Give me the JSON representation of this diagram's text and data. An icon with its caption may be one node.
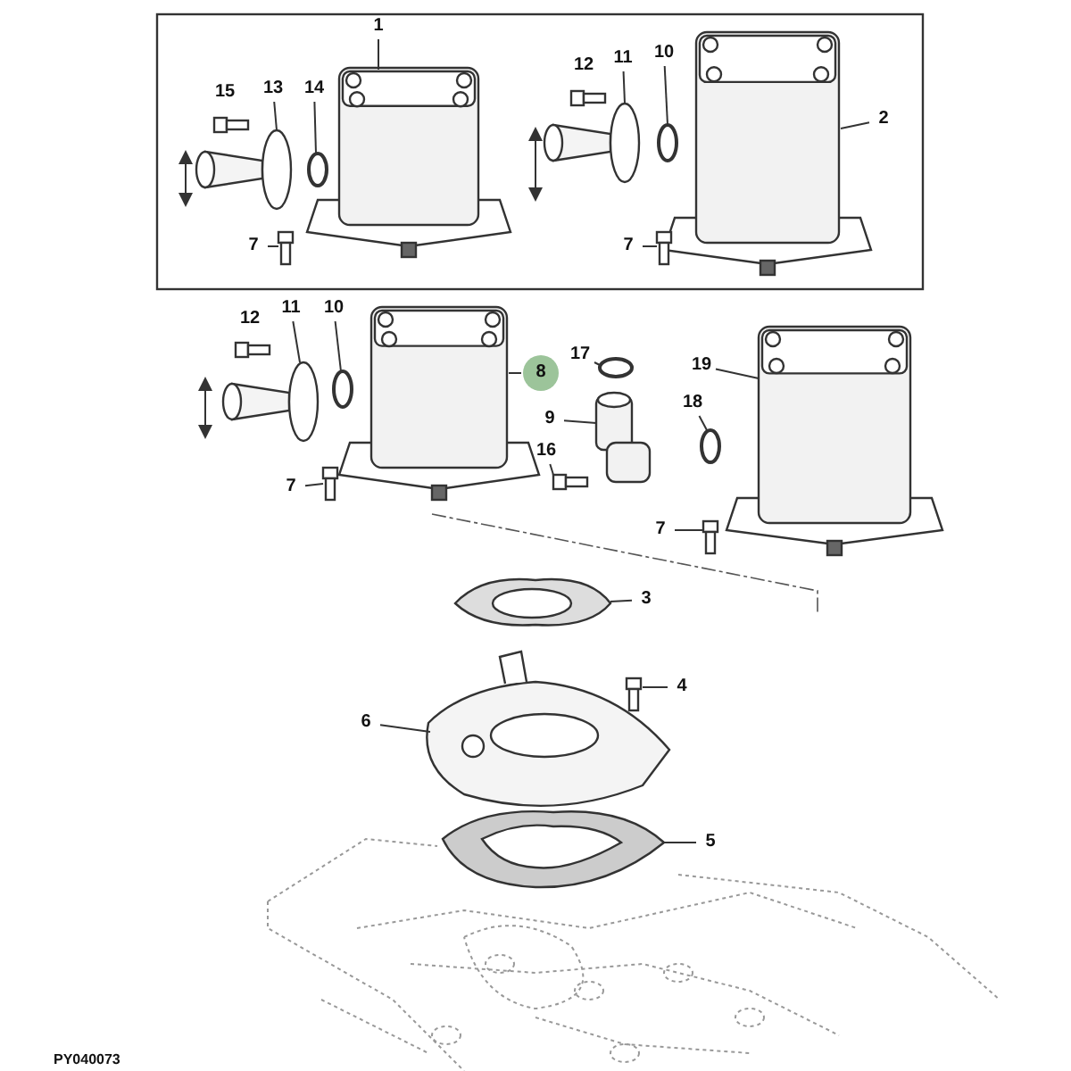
{
  "diagram": {
    "nodes": [
      {
        "text": [
          "1"
        ]
      },
      {
        "text": [
          "15"
        ]
      },
      {
        "text": [
          "13"
        ]
      },
      {
        "text": [
          "14"
        ]
      },
      {
        "text": [
          "12"
        ]
      },
      {
        "text": [
          "11"
        ]
      },
      {
        "text": [
          "10"
        ]
      },
      {
        "text": [
          "2"
        ]
      },
      {
        "text": [
          "7"
        ]
      },
      {
        "text": [
          "7"
        ]
      },
      {
        "text": [
          "12"
        ]
      },
      {
        "text": [
          "11"
        ]
      },
      {
        "text": [
          "10"
        ]
      },
      {
        "text": [
          "8"
        ]
      },
      {
        "text": [
          "17"
        ]
      },
      {
        "text": [
          "19"
        ]
      },
      {
        "text": [
          "9"
        ]
      },
      {
        "text": [
          "18"
        ]
      },
      {
        "text": [
          "16"
        ]
      },
      {
        "text": [
          "7"
        ]
      },
      {
        "text": [
          "7"
        ]
      },
      {
        "text": [
          "3"
        ]
      },
      {
        "text": [
          "4"
        ]
      },
      {
        "text": [
          "6"
        ]
      },
      {
        "text": [
          "5"
        ]
      },
      {
        "text": [],
        "shape": "picture"
      },
      {
        "text": [],
        "shape": "picture"
      },
      {
        "text": [],
        "shape": "circle"
      },
      {
        "text": [],
        "shape": "picture"
      },
      {
        "text": [],
        "shape": "picture"
      },
      {
        "text": [],
        "shape": "circle"
      },
      {
        "text": [],
        "shape": "picture"
      },
      {
        "text": [],
        "shape": "picture"
      },
      {
        "text": [],
        "shape": "picture"
      },
      {
        "text": [],
        "shape": "circle"
      },
      {
        "text": [],
        "shape": "picture"
      },
      {
        "text": [],
        "shape": "picture"
      },
      {
        "text": [],
        "shape": "circle"
      },
      {
        "text": [],
        "shape": "picture"
      },
      {
        "text": [],
        "shape": "picture"
      },
      {
        "text": [],
        "shape": "circle"
      },
      {
        "text": [],
        "shape": "picture"
      },
      {
        "text": [],
        "shape": "picture"
      },
      {
        "text": [],
        "shape": "picture"
      },
      {
        "text": [],
        "shape": "picture"
      },
      {
        "text": [],
        "shape": "picture"
      },
      {
        "text": [],
        "shape": "picture"
      }
    ],
    "edges": [
      {
        "from": 0,
        "to": 25,
        "arrow": "none"
      },
      {
        "from": 2,
        "to": 26,
        "arrow": "none"
      },
      {
        "from": 3,
        "to": 27,
        "arrow": "none"
      },
      {
        "from": 5,
        "to": 29,
        "arrow": "none"
      },
      {
        "from": 6,
        "to": 30,
        "arrow": "none"
      },
      {
        "from": 7,
        "to": 31,
        "arrow": "none"
      },
      {
        "from": 8,
        "to": 28,
        "arrow": "none"
      },
      {
        "from": 9,
        "to": 32,
        "arrow": "none"
      },
      {
        "from": 11,
        "to": 33,
        "arrow": "none"
      },
      {
        "from": 12,
        "to": 34,
        "arrow": "none"
      },
      {
        "from": 13,
        "to": 35,
        "arrow": "none"
      },
      {
        "from": 14,
        "to": 37,
        "arrow": "none"
      },
      {
        "from": 15,
        "to": 41,
        "arrow": "none"
      },
      {
        "from": 16,
        "to": 38,
        "arrow": "none"
      },
      {
        "from": 17,
        "to": 40,
        "arrow": "none"
      },
      {
        "from": 18,
        "to": 39,
        "arrow": "none"
      },
      {
        "from": 19,
        "to": 36,
        "arrow": "none"
      },
      {
        "from": 20,
        "to": 42,
        "arrow": "none"
      },
      {
        "from": 21,
        "to": 43,
        "arrow": "none"
      },
      {
        "from": 22,
        "to": 44,
        "arrow": "none"
      },
      {
        "from": 23,
        "to": 45,
        "arrow": "none"
      },
      {
        "from": 24,
        "to": 46,
        "arrow": "none"
      }
    ],
    "labels": [
      "PY040073"
    ]
  }
}
